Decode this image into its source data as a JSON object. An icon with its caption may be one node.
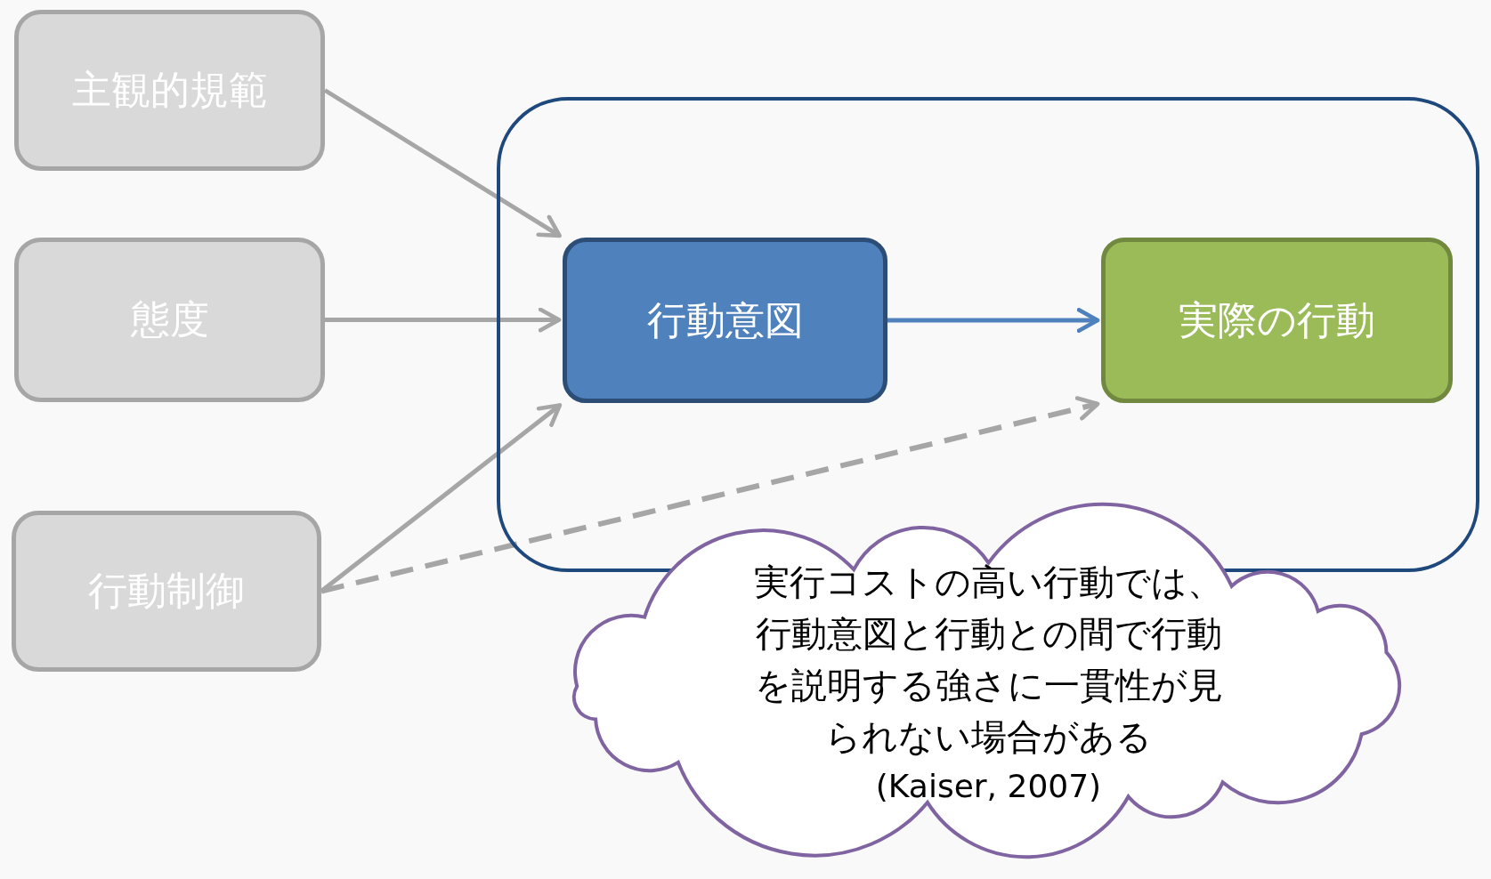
{
  "diagram": {
    "nodes": [
      {
        "text": [
          "主観的規範"
        ]
      },
      {
        "text": [
          "態度"
        ]
      },
      {
        "text": [
          "行動制御"
        ]
      },
      {
        "text": [],
        "shape": "box"
      },
      {
        "text": [
          "行動意図"
        ],
        "in": 3
      },
      {
        "text": [
          "実際の行動"
        ],
        "in": 3
      },
      {
        "text": [
          "実行コストの高い行動では、行動意図と行動との間で行動を説明する強さに一貫性が見られない場合がある",
          "(Kaiser, 2007)"
        ]
      }
    ],
    "edges": [
      {
        "from": 0,
        "to": 4,
        "arrow": "to"
      },
      {
        "from": 1,
        "to": 4,
        "arrow": "to"
      },
      {
        "from": 2,
        "to": 4,
        "arrow": "to"
      },
      {
        "from": 4,
        "to": 5,
        "arrow": "to",
        "color": "#4f81bd"
      },
      {
        "from": 2,
        "to": 5,
        "arrow": "to",
        "style": "dashed"
      }
    ]
  }
}
